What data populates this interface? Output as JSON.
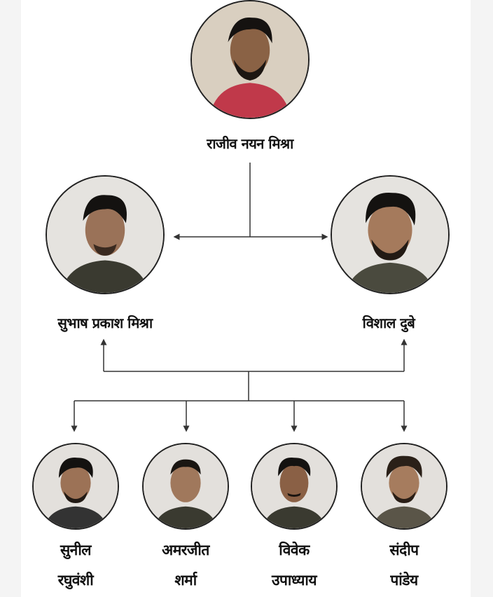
{
  "leader": {
    "name": "राजीव नयन मिश्रा"
  },
  "second_level": [
    {
      "name": "सुभाष प्रकाश मिश्रा"
    },
    {
      "name": "विशाल दुबे"
    }
  ],
  "third_level": [
    {
      "first": "सुनील",
      "last": "रघुवंशी"
    },
    {
      "first": "अमरजीत",
      "last": "शर्मा"
    },
    {
      "first": "विवेक",
      "last": "उपाध्याय"
    },
    {
      "first": "संदीप",
      "last": "पांडेय"
    }
  ],
  "colors": {
    "line": "#333333",
    "shirt_leader": "#c0394a",
    "shirt_other": "#3a3a30"
  }
}
